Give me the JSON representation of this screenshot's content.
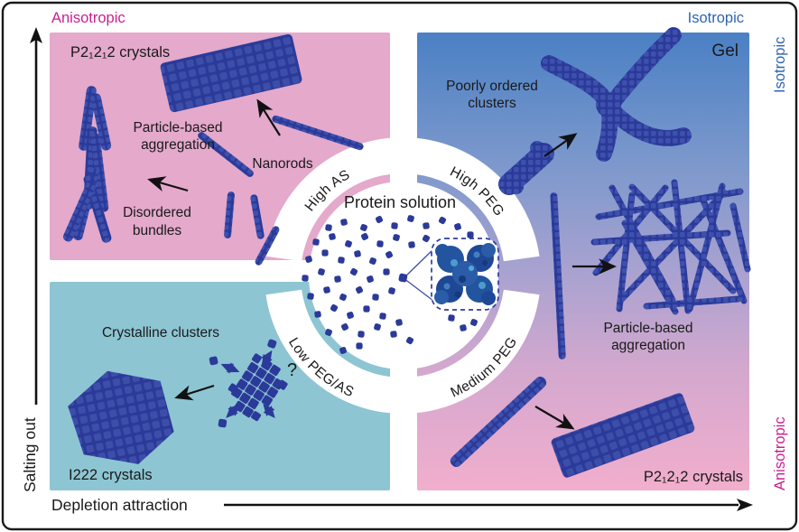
{
  "figure": {
    "top_axis": {
      "left_label": "Anisotropic",
      "right_label": "Isotropic"
    },
    "right_axis": {
      "top_label": "Isotropic",
      "bottom_label": "Anisotropic"
    },
    "left_axis": {
      "label": "Salting out"
    },
    "bottom_axis": {
      "label": "Depletion attraction"
    },
    "center": {
      "title": "Protein solution"
    },
    "arc_labels": {
      "high_as": "High AS",
      "high_peg": "High PEG",
      "low_peg_as": "Low PEG/AS",
      "medium_peg": "Medium PEG"
    },
    "quadrant_top_left": {
      "title": "P2₁2₁2 crystals",
      "particle_line1": "Particle-based",
      "particle_line2": "aggregation",
      "nanorods": "Nanorods",
      "bundles_line1": "Disordered",
      "bundles_line2": "bundles"
    },
    "quadrant_bottom_left": {
      "clusters": "Crystalline clusters",
      "question": "?",
      "crystals": "I222 crystals"
    },
    "quadrant_right": {
      "gel": "Gel",
      "clusters_line1": "Poorly ordered",
      "clusters_line2": "clusters",
      "particle_line1": "Particle-based",
      "particle_line2": "aggregation",
      "crystals": "P2₁2₁2 crystals"
    }
  },
  "colors": {
    "magenta_accent": "#cb1f8e",
    "blue_accent": "#2f64b2",
    "dark_blue_particles": "#2b3a99",
    "light_blue_texture": "#3e50ad",
    "pink_panel": "#e4a9cb",
    "teal_panel": "#8dc5d3",
    "right_gradient_top": "#4a80c4",
    "right_gradient_mid": "#a8a2d0",
    "right_gradient_bottom": "#f2aecd",
    "protein_text": "#4348a9",
    "axis_black": "#1a1a1a"
  }
}
